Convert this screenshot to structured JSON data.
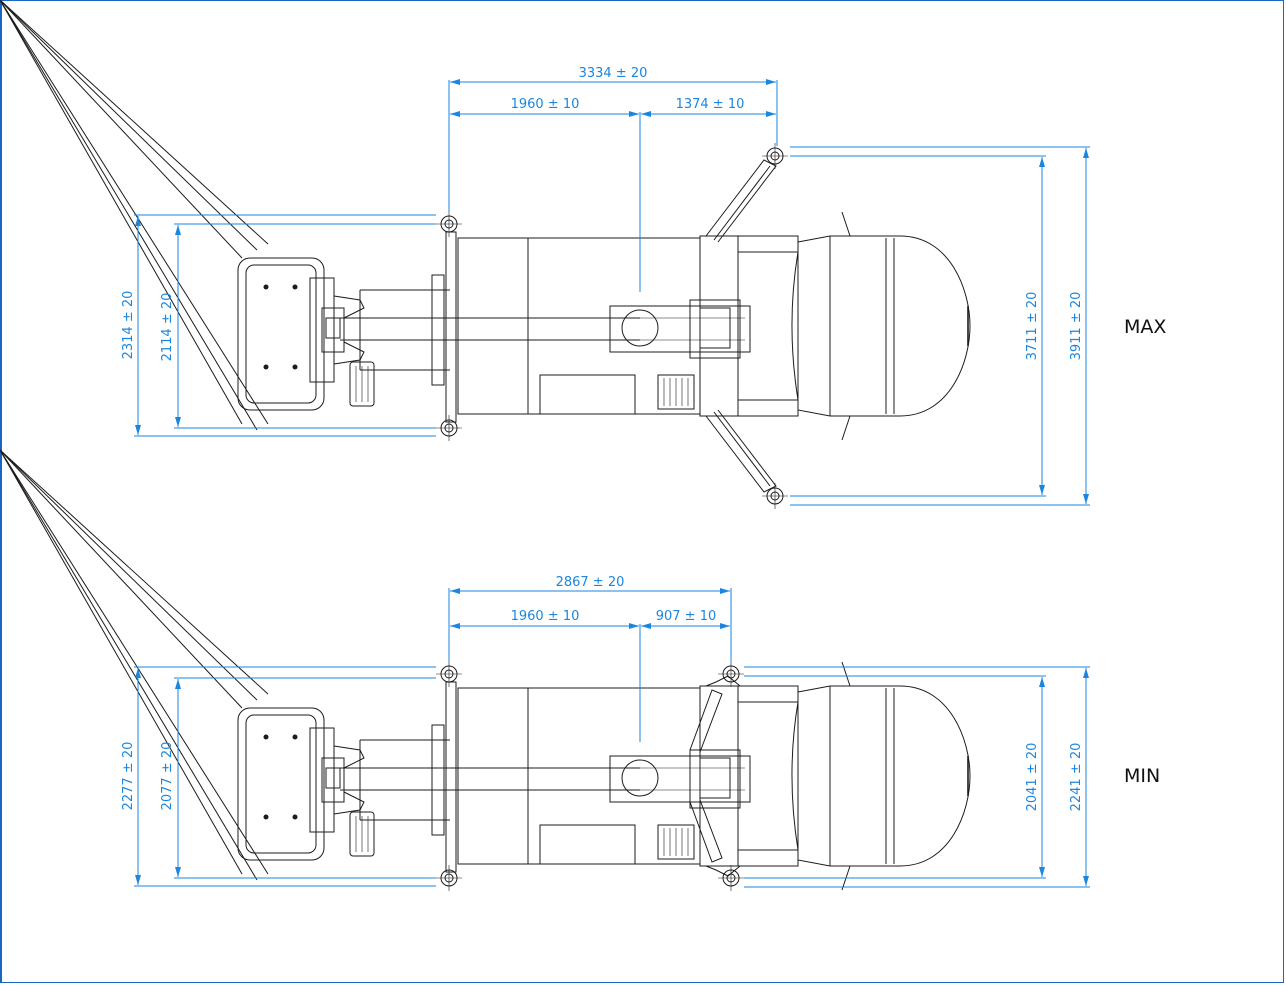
{
  "views": {
    "max": {
      "label": "MAX",
      "overall_length": "3334 ± 20",
      "front_length": "1960 ± 10",
      "rear_length": "1374 ± 10",
      "left_outer_width": "2314 ± 20",
      "left_inner_width": "2114 ± 20",
      "right_inner_width": "3711 ± 20",
      "right_outer_width": "3911 ± 20"
    },
    "min": {
      "label": "MIN",
      "overall_length": "2867 ± 20",
      "front_length": "1960 ± 10",
      "rear_length": "907 ± 10",
      "left_outer_width": "2277 ± 20",
      "left_inner_width": "2077 ± 20",
      "right_inner_width": "2041 ± 20",
      "right_outer_width": "2241 ± 20"
    }
  },
  "colors": {
    "dimension": "#1b86e0",
    "frame": "#1a66c4",
    "drawing": "#1c1c1c"
  }
}
